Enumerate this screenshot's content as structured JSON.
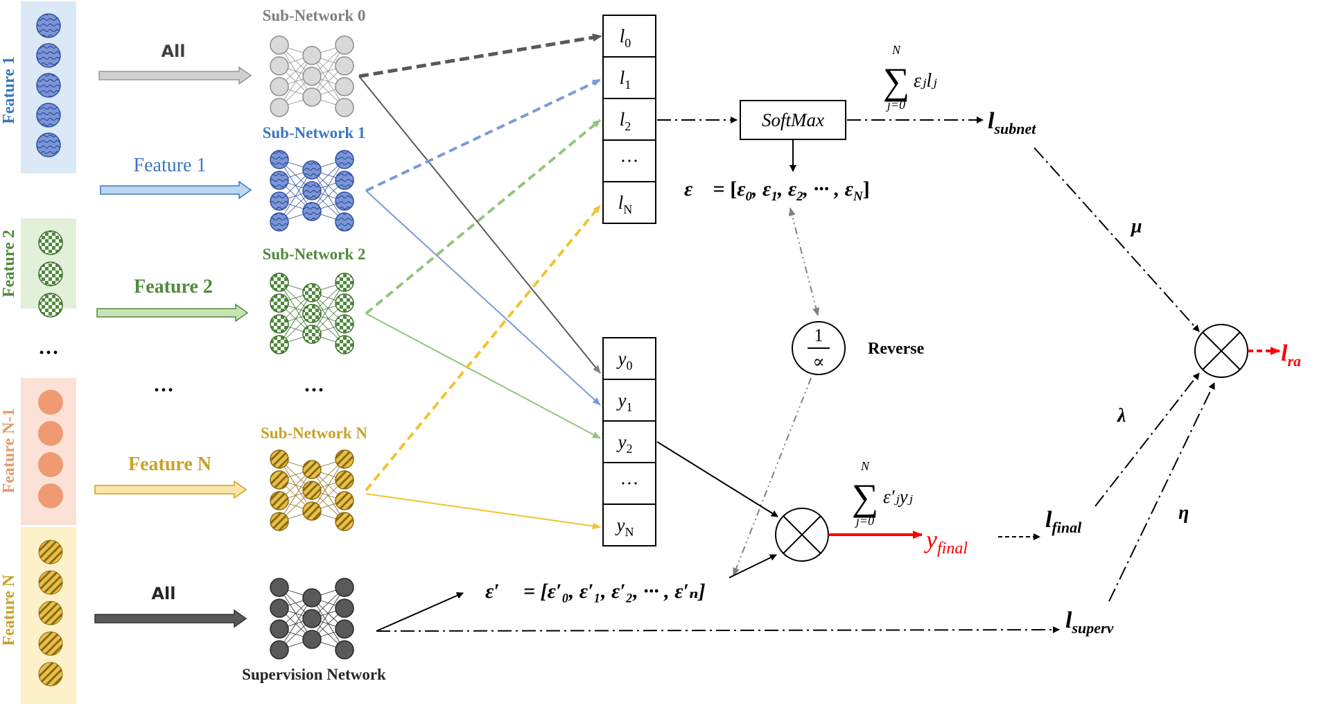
{
  "colors": {
    "blue": "#3a78c2",
    "blue_fill": "#7b96d6",
    "blue_band": "#dbe8f6",
    "green": "#4f8a3c",
    "green_fill": "#6aa84f",
    "green_band": "#e2efd9",
    "orange": "#ef9a72",
    "orange_band": "#fbe1d6",
    "orange_text": "#e59a6f",
    "yellow": "#c9a227",
    "yellow_band": "#fdf1c9",
    "gray": "#bfbfbf",
    "dark": "#595959",
    "red": "#ff0000"
  },
  "bands": [
    {
      "label": "Feature 1",
      "color": "blue"
    },
    {
      "label": "Feature 2",
      "color": "green"
    },
    {
      "label": "Feature N-1",
      "color": "orange"
    },
    {
      "label": "Feature N",
      "color": "yellow"
    }
  ],
  "band_ellipsis": "···",
  "arrows": [
    {
      "label": "All"
    },
    {
      "label": "Feature 1"
    },
    {
      "label": "Feature 2"
    },
    {
      "label": "Feature N"
    },
    {
      "label": "All"
    }
  ],
  "arrows_ellipsis": "···",
  "networks": [
    {
      "label": "Sub-Network 0",
      "color": "gray"
    },
    {
      "label": "Sub-Network 1",
      "color": "blue"
    },
    {
      "label": "Sub-Network 2",
      "color": "green"
    },
    {
      "label": "Sub-Network N",
      "color": "yellow"
    },
    {
      "label": "Supervision Network",
      "color": "dark"
    }
  ],
  "networks_ellipsis": "···",
  "loss_cells": [
    {
      "base": "l",
      "sub": "0"
    },
    {
      "base": "l",
      "sub": "1"
    },
    {
      "base": "l",
      "sub": "2"
    },
    {
      "base": "···",
      "sub": ""
    },
    {
      "base": "l",
      "sub": "N"
    }
  ],
  "output_cells": [
    {
      "base": "y",
      "sub": "0"
    },
    {
      "base": "y",
      "sub": "1"
    },
    {
      "base": "y",
      "sub": "2"
    },
    {
      "base": "···",
      "sub": ""
    },
    {
      "base": "y",
      "sub": "N"
    }
  ],
  "softmax": "SoftMax",
  "epsilon_vector": {
    "lhs": "ε⃗",
    "eq": "= [",
    "items": [
      "ε",
      "0",
      ", ε",
      "1",
      ", ε",
      "2",
      ", ··· , ε",
      "N"
    ],
    "end": "]"
  },
  "epsilon_prime_vector": {
    "lhs": "ε′⃗",
    "text": "= [ε′₀, ε′₁, ε′₂, ··· , ε′ₙ]"
  },
  "sum_top": {
    "symbol": "∑",
    "upper": "N",
    "lower": "j=0",
    "term": "εⱼlⱼ"
  },
  "sum_bottom": {
    "symbol": "∑",
    "upper": "N",
    "lower": "j=0",
    "term": "ε′ⱼyⱼ"
  },
  "reverse": {
    "numerator": "1",
    "denominator": "∝",
    "label": "Reverse"
  },
  "otimes": "⊗",
  "outputs": {
    "l_subnet": {
      "base": "l",
      "sub": "subnet"
    },
    "y_final": {
      "base": "y",
      "sub": "final"
    },
    "l_final": {
      "base": "l",
      "sub": "final"
    },
    "l_superv": {
      "base": "l",
      "sub": "superv"
    },
    "l_ra": {
      "base": "l",
      "sub": "ra"
    }
  },
  "weights": {
    "mu": "μ",
    "lambda": "λ",
    "eta": "η"
  }
}
